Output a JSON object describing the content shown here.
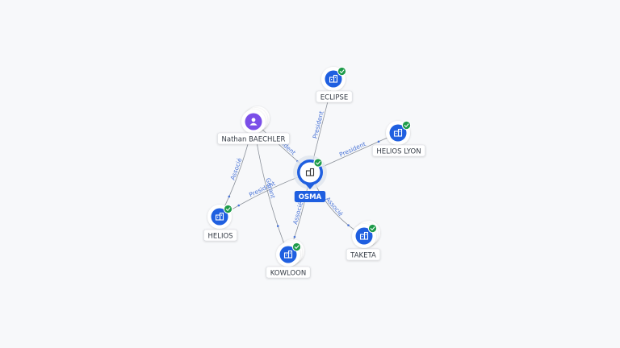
{
  "graph": {
    "center": {
      "id": "osma",
      "label": "OSMA",
      "icon": "building-icon",
      "verified": true
    },
    "nodes": [
      {
        "id": "eclipse",
        "label": "ECLIPSE",
        "icon": "building-icon",
        "type": "company",
        "verified": true,
        "stacked": false
      },
      {
        "id": "helios-lyon",
        "label": "HELIOS LYON",
        "icon": "building-icon",
        "type": "company",
        "verified": true,
        "stacked": false
      },
      {
        "id": "taketa",
        "label": "TAKETA",
        "icon": "building-icon",
        "type": "company",
        "verified": true,
        "stacked": true
      },
      {
        "id": "kowloon",
        "label": "KOWLOON",
        "icon": "building-icon",
        "type": "company",
        "verified": true,
        "stacked": true
      },
      {
        "id": "helios",
        "label": "HELIOS",
        "icon": "building-icon",
        "type": "company",
        "verified": true,
        "stacked": false
      },
      {
        "id": "nathan",
        "label": "Nathan BAECHLER",
        "icon": "person-icon",
        "type": "person",
        "verified": false,
        "stacked": true
      }
    ],
    "edges": [
      {
        "from": "osma",
        "to": "eclipse",
        "label": "President"
      },
      {
        "from": "osma",
        "to": "helios-lyon",
        "label": "President"
      },
      {
        "from": "osma",
        "to": "taketa",
        "label": "Associé"
      },
      {
        "from": "osma",
        "to": "kowloon",
        "label": "Associé"
      },
      {
        "from": "osma",
        "to": "helios",
        "label": "President"
      },
      {
        "from": "nathan",
        "to": "osma",
        "label": "President"
      },
      {
        "from": "nathan",
        "to": "helios",
        "label": "Associé"
      },
      {
        "from": "nathan",
        "to": "kowloon",
        "label": "Gérant"
      }
    ]
  },
  "colors": {
    "company": "#1f5fe0",
    "person": "#7b4fe8",
    "verified": "#1e9b4a",
    "edge_label": "#4a74d6",
    "center_label_bg": "#1f5fe0"
  }
}
